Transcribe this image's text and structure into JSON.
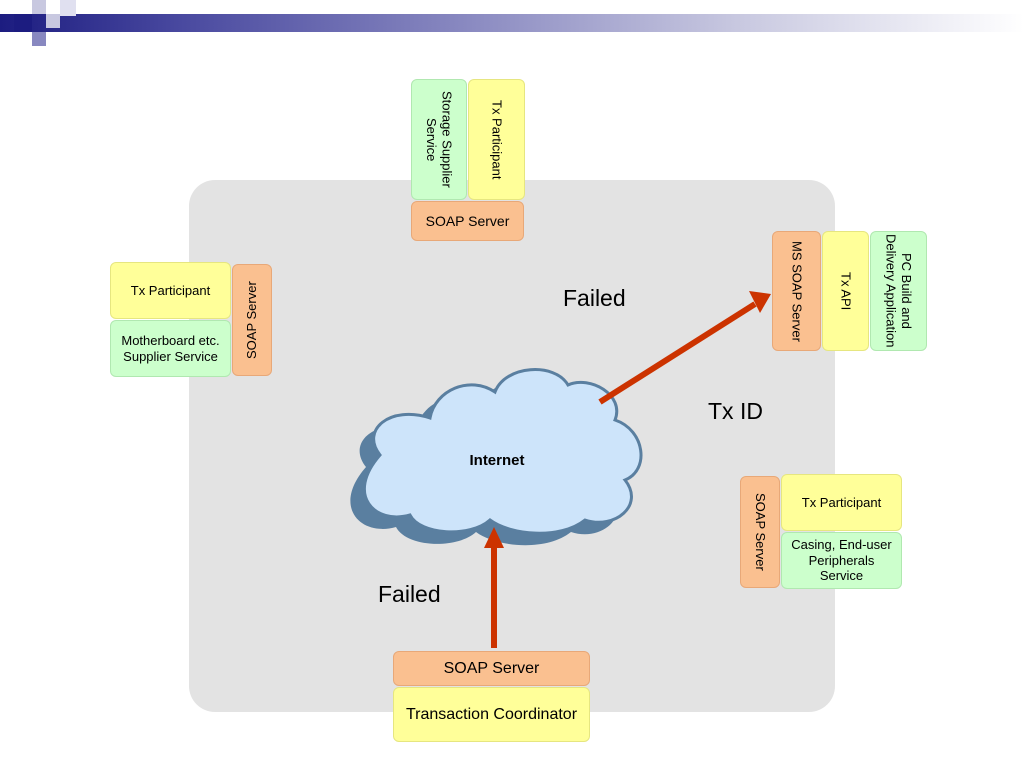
{
  "colors": {
    "panel": "#e3e3e3",
    "arrow": "#cc3300",
    "cloud_fill": "#cde4fa",
    "cloud_stroke": "#5a7fa0"
  },
  "cloud": {
    "label": "Internet"
  },
  "labels": {
    "failed_top": "Failed",
    "failed_bottom": "Failed",
    "tx_id": "Tx ID"
  },
  "top_group": {
    "storage": "Storage Supplier Service",
    "tx": "Tx Participant",
    "soap": "SOAP Server"
  },
  "left_group": {
    "tx": "Tx Participant",
    "motherboard": "Motherboard etc. Supplier Service",
    "soap": "SOAP Server"
  },
  "right_group": {
    "ms_soap": "MS SOAP Server",
    "tx_api": "Tx API",
    "pc": "PC Build and Delivery Application"
  },
  "casing_group": {
    "soap": "SOAP Server",
    "tx": "Tx Participant",
    "casing": "Casing, End-user Peripherals Service"
  },
  "coordinator": {
    "soap": "SOAP Server",
    "name": "Transaction Coordinator"
  }
}
